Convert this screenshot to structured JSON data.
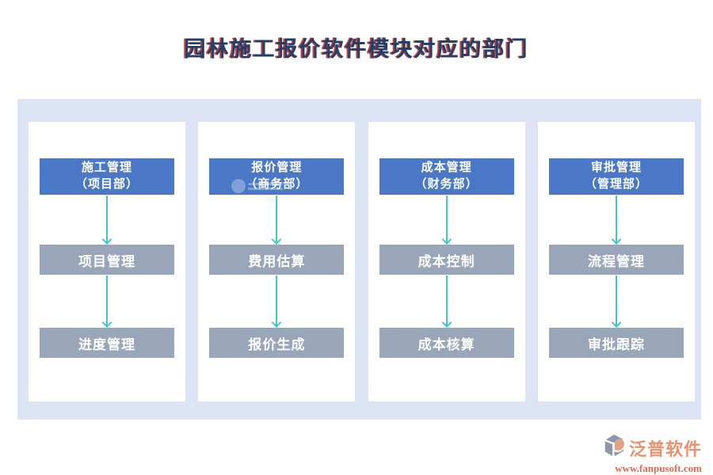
{
  "title": "园林施工报价软件模块对应的部门",
  "columns": [
    {
      "header": {
        "line1": "施工管理",
        "line2": "（项目部）"
      },
      "modules": [
        "项目管理",
        "进度管理"
      ]
    },
    {
      "header": {
        "line1": "报价管理",
        "line2": "（商务部）"
      },
      "modules": [
        "费用估算",
        "报价生成"
      ]
    },
    {
      "header": {
        "line1": "成本管理",
        "line2": "（财务部）"
      },
      "modules": [
        "成本控制",
        "成本核算"
      ]
    },
    {
      "header": {
        "line1": "审批管理",
        "line2": "（管理部）"
      },
      "modules": [
        "流程管理",
        "审批跟踪"
      ]
    }
  ],
  "footer": {
    "brand": "泛普软件",
    "website": "www.fanpusoft.com",
    "logo_icon": "fanpu-logo"
  },
  "colors": {
    "header_blue": "#4a77c6",
    "module_gray": "#99a5b8",
    "arrow_cyan": "#3ec6d0",
    "board_lavender": "#dce3f4",
    "title_navy": "#223e6a",
    "title_shadow_red": "#bf4440",
    "brand_salmon": "#e8926f",
    "brand_url_orange": "#dd6c4e"
  }
}
